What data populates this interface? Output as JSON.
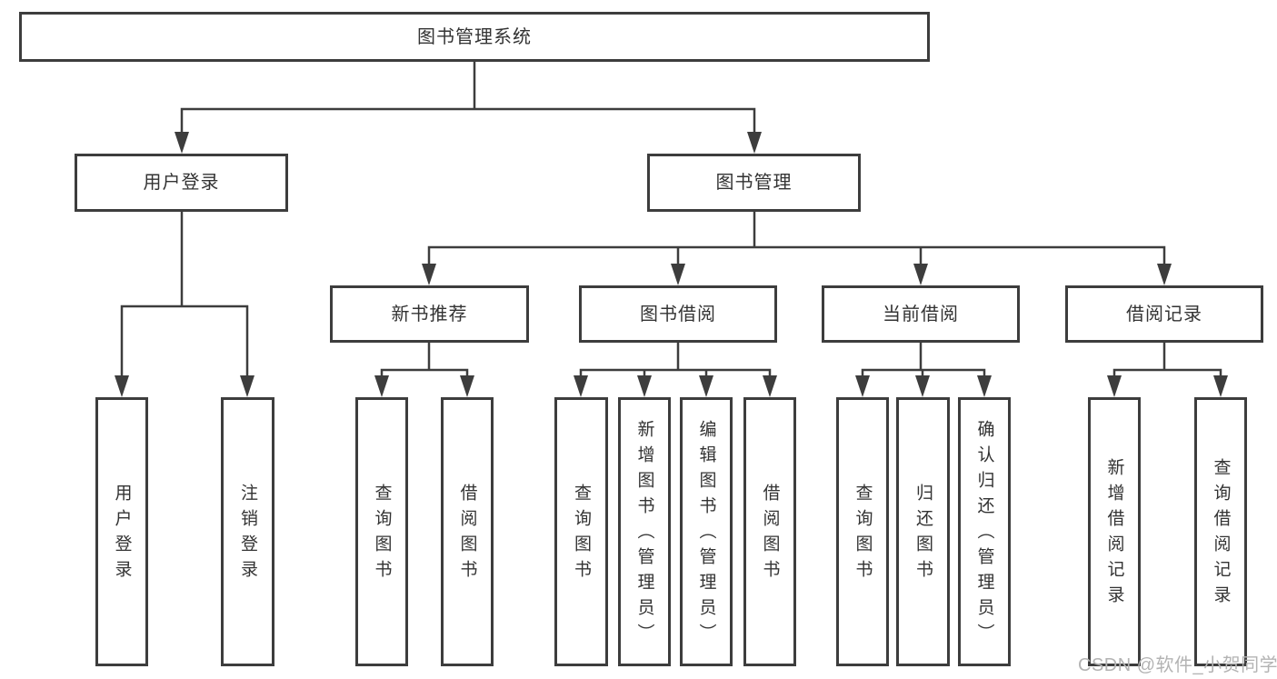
{
  "diagram": {
    "title": "图书管理系统",
    "root": "图书管理系统",
    "level2": [
      "用户登录",
      "图书管理"
    ],
    "level3": [
      "新书推荐",
      "图书借阅",
      "当前借阅",
      "借阅记录"
    ],
    "leaves": {
      "user_login": [
        "用户登录",
        "注销登录"
      ],
      "new_books": [
        "查询图书",
        "借阅图书"
      ],
      "book_borrow": [
        "查询图书",
        "新增图书（管理员）",
        "编辑图书（管理员）",
        "借阅图书"
      ],
      "current_borrow": [
        "查询图书",
        "归还图书",
        "确认归还（管理员）"
      ],
      "borrow_records": [
        "新增借阅记录",
        "查询借阅记录"
      ]
    },
    "watermark": "CSDN @软件_小贺同学",
    "colors": {
      "line": "#3d3d3d",
      "text": "#333333",
      "watermark": "#b3b3b3",
      "background": "#ffffff"
    }
  }
}
